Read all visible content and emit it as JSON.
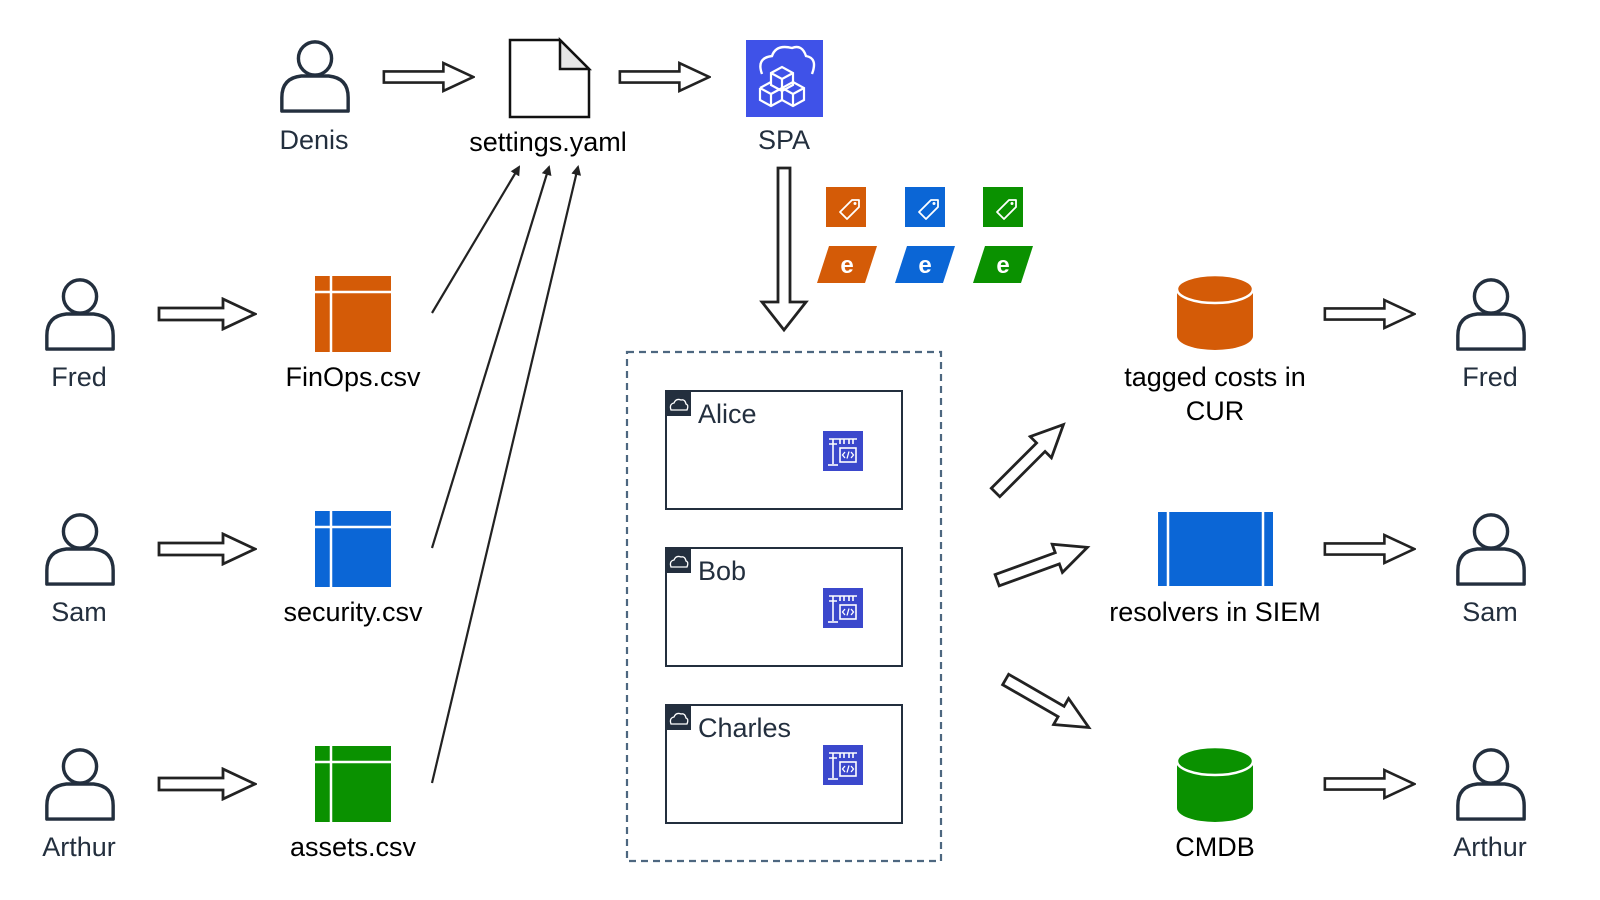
{
  "colors": {
    "finops": "#d45b07",
    "security": "#0b66d6",
    "assets": "#0a9100",
    "spa": "#3f52e8",
    "line": "#222222",
    "dash": "#4d6780",
    "account_icon": "#3b48cc"
  },
  "people": {
    "denis": "Denis",
    "fred": "Fred",
    "sam": "Sam",
    "arthur": "Arthur"
  },
  "files": {
    "settings": "settings.yaml",
    "finops": "FinOps.csv",
    "security": "security.csv",
    "assets": "assets.csv"
  },
  "spa": {
    "label": "SPA",
    "icon": "cloud-cubes-icon"
  },
  "tags": [
    {
      "color": "finops",
      "tag_icon": "tag-icon",
      "event_glyph": "e"
    },
    {
      "color": "security",
      "tag_icon": "tag-icon",
      "event_glyph": "e"
    },
    {
      "color": "assets",
      "tag_icon": "tag-icon",
      "event_glyph": "e"
    }
  ],
  "accounts": [
    {
      "name": "Alice",
      "icon": "cloud-icon",
      "badge_icon": "crane-code-icon"
    },
    {
      "name": "Bob",
      "icon": "cloud-icon",
      "badge_icon": "crane-code-icon"
    },
    {
      "name": "Charles",
      "icon": "cloud-icon",
      "badge_icon": "crane-code-icon"
    }
  ],
  "outputs": {
    "cur": "tagged costs in CUR",
    "siem": "resolvers in SIEM",
    "cmdb": "CMDB"
  }
}
